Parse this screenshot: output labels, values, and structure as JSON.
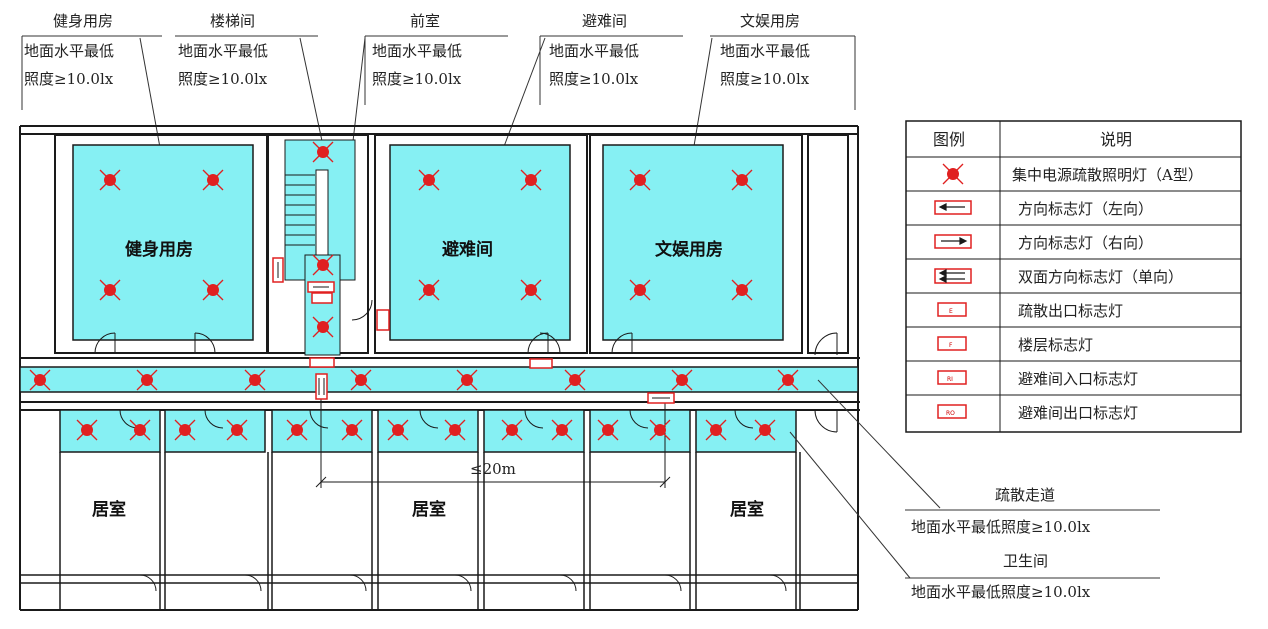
{
  "callouts": [
    {
      "name": "健身用房",
      "line1": "地面水平最低",
      "line2": "照度≥10.0lx"
    },
    {
      "name": "楼梯间",
      "line1": "地面水平最低",
      "line2": "照度≥10.0lx"
    },
    {
      "name": "前室",
      "line1": "地面水平最低",
      "line2": "照度≥10.0lx"
    },
    {
      "name": "避难间",
      "line1": "地面水平最低",
      "line2": "照度≥10.0lx"
    },
    {
      "name": "文娱用房",
      "line1": "地面水平最低",
      "line2": "照度≥10.0lx"
    }
  ],
  "rooms": {
    "fitness": "健身用房",
    "refuge": "避难间",
    "recreation": "文娱用房",
    "bedroom1": "居室",
    "bedroom2": "居室",
    "bedroom3": "居室"
  },
  "dimension": "≤20m",
  "right_callouts": [
    {
      "name": "疏散走道",
      "text": "地面水平最低照度≥10.0lx"
    },
    {
      "name": "卫生间",
      "text": "地面水平最低照度≥10.0lx"
    }
  ],
  "legend": {
    "col1": "图例",
    "col2": "说明",
    "rows": [
      {
        "symbol": "lamp",
        "text": "集中电源疏散照明灯（A型）"
      },
      {
        "symbol": "arrow-left",
        "text": "方向标志灯（左向）"
      },
      {
        "symbol": "arrow-right",
        "text": "方向标志灯（右向）"
      },
      {
        "symbol": "arrow-double",
        "text": "双面方向标志灯（单向）"
      },
      {
        "symbol": "E",
        "text": "疏散出口标志灯"
      },
      {
        "symbol": "F",
        "text": "楼层标志灯"
      },
      {
        "symbol": "RI",
        "text": "避难间入口标志灯"
      },
      {
        "symbol": "RO",
        "text": "避难间出口标志灯"
      }
    ]
  },
  "symbol_labels": {
    "E": "E",
    "F": "F",
    "RI": "RI",
    "RO": "RO"
  },
  "colors": {
    "room_fill": "#86F0F3",
    "lamp": "#E02020",
    "sign": "#E02020",
    "wall": "#1a1a1a"
  }
}
